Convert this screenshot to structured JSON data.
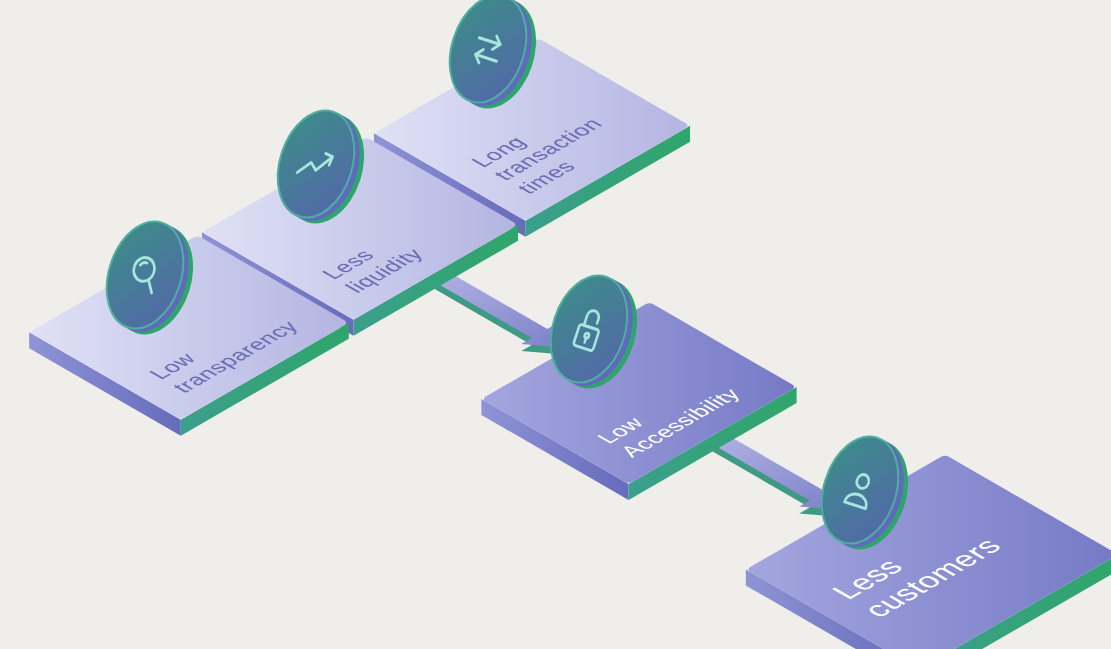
{
  "diagram": {
    "nodes": [
      {
        "text": [
          "Low transparency"
        ]
      },
      {
        "text": [
          "Less liquidity"
        ]
      },
      {
        "text": [
          "Long transaction times"
        ]
      },
      {
        "text": [
          "Low Accessibility"
        ]
      },
      {
        "text": [
          "Less customers"
        ]
      }
    ],
    "edges": [
      {
        "from": 1,
        "to": 3,
        "arrow": "to"
      },
      {
        "from": 3,
        "to": 4,
        "arrow": "to"
      }
    ]
  }
}
